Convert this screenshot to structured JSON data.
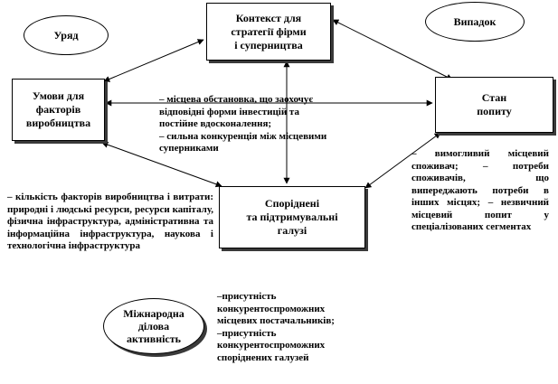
{
  "nodes": {
    "context": "Контекст для\nстратегії фірми\nі суперництва",
    "factors": "Умови для\nфакторів\nвиробництва",
    "demand": "Стан\nпопиту",
    "related": "Споріднені\nта підтримувальні\nгалузі",
    "government": "Уряд",
    "chance": "Випадок",
    "intl": "Міжнародна\nділова\nактивність"
  },
  "notes": {
    "center": "– місцева обстановка, що заохочує\nвідповідні форми інвестицій та\nпостійне вдосконалення;\n– сильна конкуренція між місцевими\nсуперниками",
    "left": "– кількість факторів виробництва і витрати: природні і людські ресурси, ресурси капіталу, фізична інфраструктура, адміністративна та інформаційна інфраструктура, наукова і технологічна інфраструктура",
    "right": "– вимогливий місцевий споживач;\n– потреби споживачів, що випереджають потреби в інших місцях;\n– незвичний місцевий попит у спеціалізованих сегментах",
    "bottom": "–присутність\nконкурентоспроможних\nмісцевих постачальників;\n–присутність\nконкурентоспроможних\nспоріднених галузей"
  }
}
